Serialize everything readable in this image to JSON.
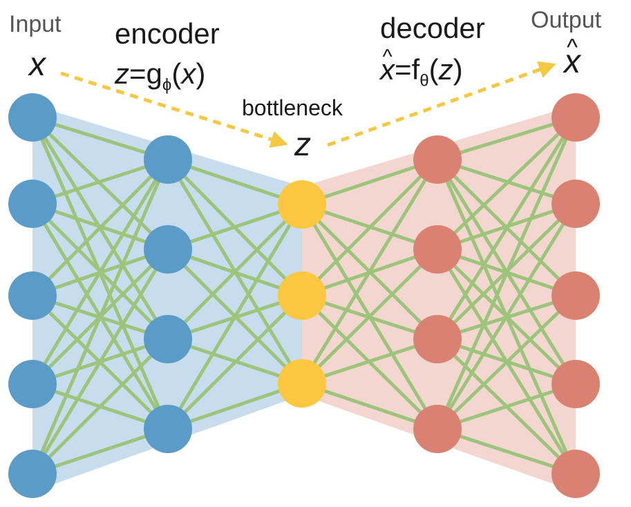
{
  "labels": {
    "input": "Input",
    "input_var": "x",
    "output": "Output",
    "output_var": "x",
    "output_hat": "^",
    "encoder": "encoder",
    "encoder_var": "z",
    "encoder_eq": "=",
    "encoder_fn": "g",
    "encoder_sub": "ϕ",
    "encoder_open": "(",
    "encoder_arg": "x",
    "encoder_close": ")",
    "decoder": "decoder",
    "decoder_var": "x",
    "decoder_hat": "^",
    "decoder_eq": "=",
    "decoder_fn": "f",
    "decoder_sub": "θ",
    "decoder_open": "(",
    "decoder_arg": "z",
    "decoder_close": ")",
    "bottleneck": "bottleneck",
    "bottleneck_var": "z"
  },
  "colors": {
    "encoder_node": "#5b9bc8",
    "encoder_region": "#c7dcec",
    "bottleneck_node": "#fdc840",
    "decoder_node": "#da8272",
    "decoder_region": "#f4d6d1",
    "connection": "#9cc47a",
    "arrow": "#f5c842"
  },
  "network": {
    "layers": [
      {
        "name": "input",
        "nodes": 5,
        "group": "encoder"
      },
      {
        "name": "encoder-hidden",
        "nodes": 4,
        "group": "encoder"
      },
      {
        "name": "bottleneck",
        "nodes": 3,
        "group": "bottleneck"
      },
      {
        "name": "decoder-hidden",
        "nodes": 4,
        "group": "decoder"
      },
      {
        "name": "output",
        "nodes": 5,
        "group": "decoder"
      }
    ]
  }
}
